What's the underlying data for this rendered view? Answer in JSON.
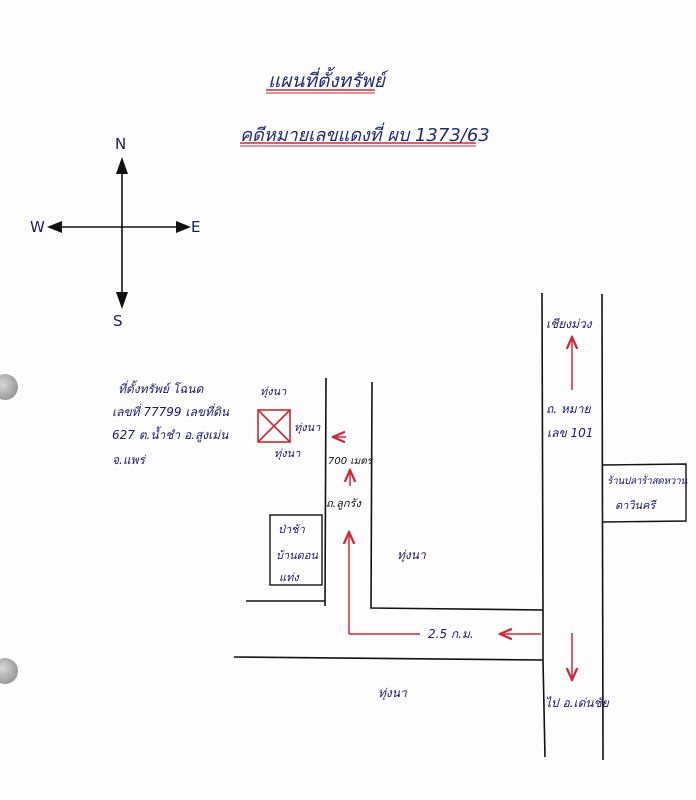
{
  "title": {
    "line1": "แผนที่ตั้งทรัพย์",
    "line2": "คดีหมายเลขแดงที่ ผบ 1373/63"
  },
  "compass": {
    "north": "N",
    "south": "S",
    "east": "E",
    "west": "W"
  },
  "property_description": {
    "line1": "ที่ตั้งทรัพย์ โฉนด",
    "line2": "เลขที่ 77799 เลขที่ดิน",
    "line3": "627 ต.น้ำชำ อ.สูงเม่น",
    "line4": "จ.แพร่"
  },
  "parcel_labels": {
    "north": "ทุ่งนา",
    "east": "ทุ่งนา",
    "south": "ทุ่งนา"
  },
  "labels": {
    "distance_700m": "700 เมตร",
    "road_local": "ถ.ลูกรัง",
    "forest_cemetery": [
      "ป่าช้า",
      "บ้านดอน",
      "แท่ง"
    ],
    "field_middle": "ทุ่งนา",
    "field_bottom": "ทุ่งนา",
    "distance_25km": "2.5 ก.ม.",
    "to_chiang_muang": "เชียงม่วง",
    "highway": [
      "ถ. หมาย",
      "เลข 101"
    ],
    "to_den_chai": "ไป อ.เด่นชัย",
    "shop": [
      "ร้านปลาร้าสดหวาน",
      "ดาวินครี"
    ]
  },
  "colors": {
    "ink_blue": "#1a1a6e",
    "ink_black": "#111111",
    "ink_red": "#d0283a"
  }
}
